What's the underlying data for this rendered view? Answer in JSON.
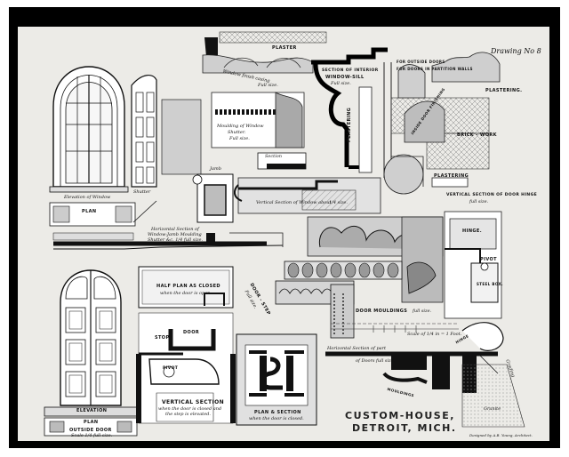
{
  "sheet": {
    "drawing_no": "Drawing No 8",
    "title_line1": "CUSTOM-HOUSE,",
    "title_line2": "DETROIT, MICH.",
    "credit": "Designed by A.B. Young, Architect."
  },
  "labels": {
    "plaster": "PLASTER",
    "window_finish_casing": "Window finish casing",
    "full_size": "Full size.",
    "section_interior_sill": "SECTION OF INTERIOR",
    "window_sill": "WINDOW-SILL",
    "full_size_2": "Full size.",
    "plastering_v": "PLASTERING",
    "outside_doors": "FOR OUTSIDE DOORS",
    "partition_walls": "FOR DOORS IN PARTITION WALLS",
    "plastering": "PLASTERING.",
    "brick_work": "BRICK - WORK",
    "door_finishing": "INSIDE DOOR FINISHING",
    "plastering_2": "PLASTERING",
    "vertical_door_hinge": "VERTICAL SECTION OF DOOR HINGE",
    "vertical_door_hinge_2": "full size.",
    "hinge": "HINGE.",
    "pivot": "PIVOT",
    "steel_box": "STEEL BOX.",
    "elevation_window": "Elevation of Window",
    "shutter": "Shutter",
    "plan": "PLAN",
    "moulding_shutter": "Moulding of Window",
    "moulding_shutter_2": "Shutter.",
    "moulding_shutter_3": "Full size.",
    "section": "Section",
    "jamb": "Jamb",
    "vertical_window": "Vertical Section of Window about",
    "vertical_window_scale": "1/4 size.",
    "horizontal_jamb": "Horizontal Section of",
    "horizontal_jamb_2": "Window-Jamb Moulding",
    "horizontal_jamb_3": "Shutter &c. 1/4 full size.",
    "half_plan_closed": "HALF PLAN AS CLOSED",
    "half_plan_open": "when the door is open",
    "door_step": "DOOR - STEP",
    "door_step_2": "Full size.",
    "door_mouldings": "DOOR MOULDINGS",
    "door_mouldings_full": "full size.",
    "scale_fourth": "Scale of 1/4 in = 1 Foot.",
    "stop": "STOP",
    "door": "DOOR",
    "pivot_2": "PIVOT",
    "vertical_section": "VERTICAL SECTION",
    "vertical_section_2": "when the door is closed and",
    "vertical_section_3": "the step is elevated.",
    "plan_section": "PLAN & SECTION",
    "plan_section_2": "when the door is closed.",
    "horizontal_part": "Horizontal Section of part",
    "horizontal_part_2": "of Doors full size.",
    "mouldings": "MOULDINGS",
    "hinge_2": "HINGE",
    "granite": "Granite",
    "grading": "Grading",
    "elevation": "ELEVATION",
    "plan_2": "PLAN",
    "outside_door": "OUTSIDE DOOR",
    "outside_door_scale": "Scale 1/4 full size."
  }
}
